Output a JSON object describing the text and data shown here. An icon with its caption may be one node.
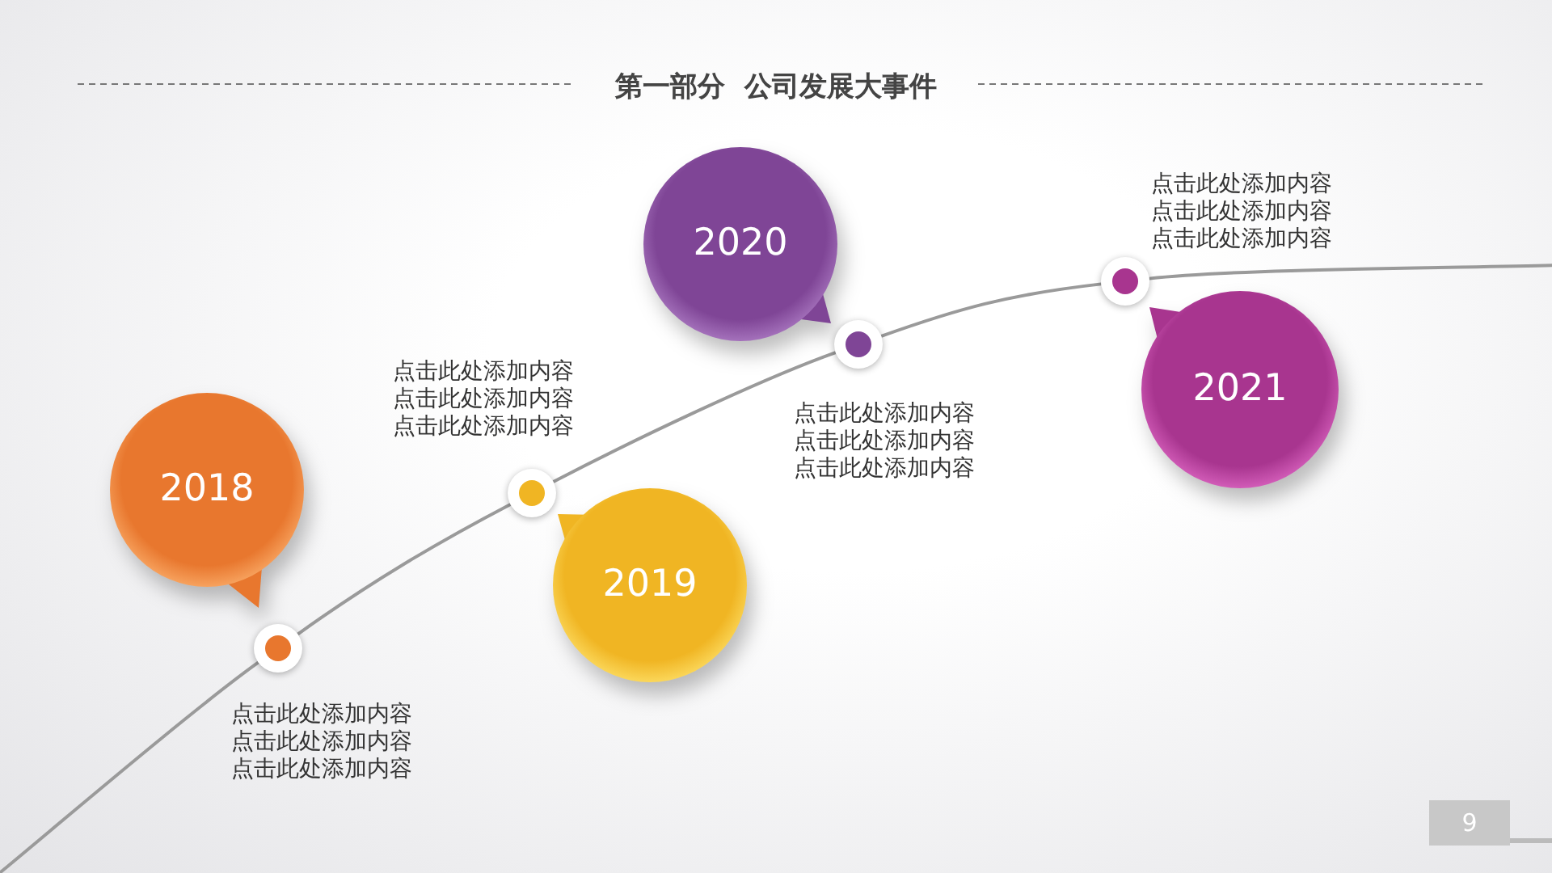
{
  "diagram": {
    "title": "第一部分  公司发展大事件",
    "nodes": [
      {
        "text": [
          "2018"
        ]
      },
      {
        "text": [],
        "shape": "circle",
        "beside": [
          "点击此处添加内容点击此处添加内容点击此处添加内容"
        ]
      },
      {
        "text": [
          "2019"
        ]
      },
      {
        "text": [],
        "shape": "circle",
        "beside": [
          "点击此处添加内容点击此处添加内容点击此处添加内容"
        ]
      },
      {
        "text": [
          "2020"
        ]
      },
      {
        "text": [],
        "shape": "circle",
        "beside": [
          "点击此处添加内容点击此处添加内容点击此处添加内容"
        ]
      },
      {
        "text": [
          "2021"
        ]
      },
      {
        "text": [],
        "shape": "circle",
        "beside": [
          "点击此处添加内容点击此处添加内容点击此处添加内容"
        ]
      }
    ],
    "edges": [
      {
        "from": null,
        "to": 1,
        "arrow": "none"
      },
      {
        "from": 1,
        "to": 3,
        "arrow": "none"
      },
      {
        "from": 3,
        "to": 5,
        "arrow": "none"
      },
      {
        "from": 5,
        "to": 7,
        "arrow": "none"
      },
      {
        "from": 7,
        "to": null,
        "arrow": "none"
      }
    ],
    "labels": [
      "9"
    ]
  }
}
